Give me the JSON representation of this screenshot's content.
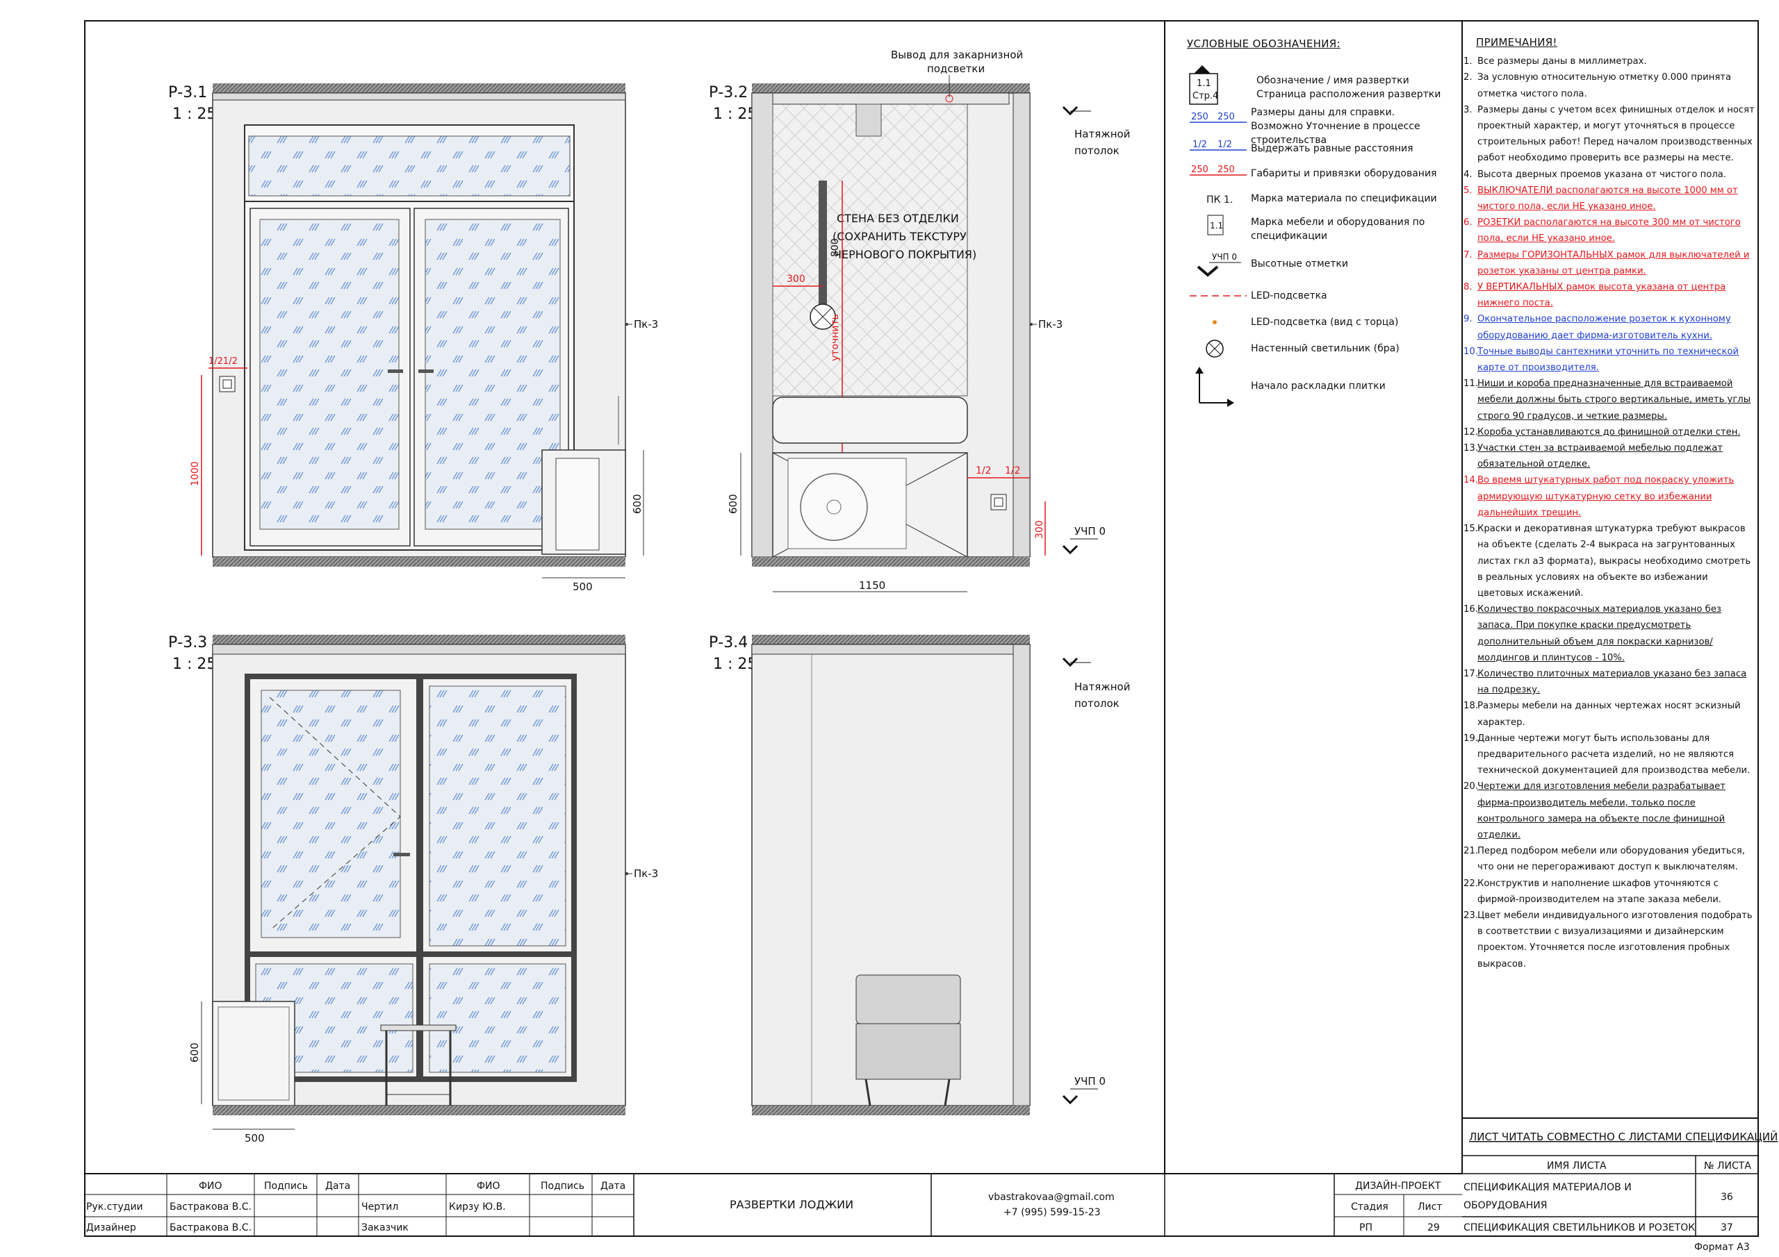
{
  "views": [
    {
      "id": "Р-3.1",
      "scale": "1 : 25"
    },
    {
      "id": "Р-3.2",
      "scale": "1 : 25"
    },
    {
      "id": "Р-3.3",
      "scale": "1 : 25"
    },
    {
      "id": "Р-3.4",
      "scale": "1 : 25"
    }
  ],
  "labels": {
    "pk3": "Пк-3",
    "ceiling": "Натяжной потолок",
    "ceiling_l1": "Натяжной",
    "ceiling_l2": "потолок",
    "uchp0": "УЧП 0",
    "cornice_out_l1": "Вывод для закарнизной",
    "cornice_out_l2": "подсветки",
    "wall_note_l1": "СТЕНА БЕЗ ОТДЕЛКИ",
    "wall_note_l2": "(СОХРАНИТЬ ТЕКСТУРУ",
    "wall_note_l3": "ЧЕРНОВОГО ПОКРЫТИЯ)",
    "clarify": "уточнить"
  },
  "dimensions": {
    "d500": "500",
    "d600": "600",
    "d1000": "1000",
    "d1150": "1150",
    "d300": "300",
    "d800": "800",
    "half": "1/2",
    "d121": "1/21/2"
  },
  "legend": {
    "title": "УСЛОВНЫЕ ОБОЗНАЧЕНИЯ:",
    "symbol_top": "1.1",
    "symbol_bottom": "Стр.4",
    "items": [
      {
        "text": "Обозначение / имя развертки Страница расположения развертки"
      },
      {
        "text": "Размеры даны для справки. Возможно Уточнение в процессе строительства"
      },
      {
        "text": "Выдержать равные расстояния"
      },
      {
        "text": "Габариты и привязки оборудования"
      },
      {
        "text": "Марка материала по спецификации",
        "mark": "ПК 1."
      },
      {
        "text": "Марка мебели и оборудования по спецификации",
        "mark": "1.1"
      },
      {
        "text": "Высотные отметки",
        "mark": "УЧП 0"
      },
      {
        "text": "LED-подсветка"
      },
      {
        "text": "LED-подсветка (вид с торца)"
      },
      {
        "text": "Настенный светильник (бра)"
      },
      {
        "text": "Начало раскладки плитки"
      }
    ],
    "dim_blue": "250",
    "dim_half": "1/2",
    "dim_red": "250"
  },
  "notes": {
    "title": "ПРИМЕЧАНИЯ!",
    "items": [
      {
        "n": "1.",
        "text": "Все размеры даны в миллиметрах.",
        "style": "plain"
      },
      {
        "n": "2.",
        "text": "За условную относительную отметку 0.000 принята отметка чистого пола.",
        "style": "plain"
      },
      {
        "n": "3.",
        "text": "Размеры даны с учетом всех финишных отделок и носят проектный характер, и могут уточняться в процессе строительных работ! Перед началом производственных работ необходимо проверить все размеры на месте.",
        "style": "plain"
      },
      {
        "n": "4.",
        "text": "Высота дверных проемов указана от чистого пола.",
        "style": "plain"
      },
      {
        "n": "5.",
        "text": "ВЫКЛЮЧАТЕЛИ располагаются на высоте 1000 мм от чистого пола, если НЕ указано иное.",
        "style": "red"
      },
      {
        "n": "6.",
        "text": "РОЗЕТКИ располагаются на высоте 300 мм от чистого пола, если НЕ указано иное.",
        "style": "red"
      },
      {
        "n": "7.",
        "text": "Размеры ГОРИЗОНТАЛЬНЫХ рамок для выключателей и розеток указаны от центра рамки.",
        "style": "red"
      },
      {
        "n": "8.",
        "text": "У ВЕРТИКАЛЬНЫХ рамок высота указана от центра нижнего поста.",
        "style": "red"
      },
      {
        "n": "9.",
        "text": "Окончательное расположение розеток к кухонному оборудованию дает фирма-изготовитель кухни.",
        "style": "blue"
      },
      {
        "n": "10.",
        "text": "Точные выводы сантехники уточнить по технической карте от производителя.",
        "style": "blue"
      },
      {
        "n": "11.",
        "text": "Ниши и короба предназначенные для встраиваемой мебели должны быть строго вертикальные, иметь углы строго 90 градусов, и четкие размеры.",
        "style": "ul"
      },
      {
        "n": "12.",
        "text": "Короба устанавливаются до финишной отделки стен.",
        "style": "ul"
      },
      {
        "n": "13.",
        "text": "Участки стен за встраиваемой мебелью подлежат обязательной отделке.",
        "style": "ul"
      },
      {
        "n": "14.",
        "text": "Во время штукатурных работ под покраску уложить армирующую штукатурную сетку во избежании дальнейших трещин.",
        "style": "red"
      },
      {
        "n": "15.",
        "text": "Краски и декоративная штукатурка требуют выкрасов на объекте (сделать 2-4 выкраса на загрунтованных листах гкл а3 формата), выкрасы необходимо смотреть в реальных условиях на объекте во избежании цветовых искажений.",
        "style": "plain"
      },
      {
        "n": "16.",
        "text": "Количество покрасочных материалов указано без запаса. При покупке краски предусмотреть дополнительный объем для покраски карнизов/молдингов и плинтусов - 10%.",
        "style": "ul"
      },
      {
        "n": "17.",
        "text": "Количество плиточных материалов указано без запаса на подрезку.",
        "style": "ul"
      },
      {
        "n": "18.",
        "text": "Размеры мебели на данных чертежах носят эскизный характер.",
        "style": "plain"
      },
      {
        "n": "19.",
        "text": "Данные чертежи могут быть использованы для предварительного расчета изделий, но не являются технической документацией для производства мебели.",
        "style": "plain"
      },
      {
        "n": "20.",
        "text": "Чертежи для изготовления мебели разрабатывает фирма-производитель мебели, только после контрольного замера на объекте после финишной отделки.",
        "style": "ul"
      },
      {
        "n": "21.",
        "text": "Перед подбором мебели или оборудования убедиться, что они не перегораживают доступ к выключателям.",
        "style": "plain"
      },
      {
        "n": "22.",
        "text": "Конструктив и наполнение шкафов уточняются с фирмой-производителем на этапе заказа мебели.",
        "style": "plain"
      },
      {
        "n": "23.",
        "text": "Цвет мебели индивидуального изготовления подобрать в соответствии с визуализациями и дизайнерским проектом. Уточняется после изготовления пробных выкрасов.",
        "style": "plain"
      }
    ]
  },
  "sheet_refs": {
    "read_with": "ЛИСТ ЧИТАТЬ СОВМЕСТНО С ЛИСТАМИ СПЕЦИФИКАЦИЙ",
    "col_name": "ИМЯ ЛИСТА",
    "col_num": "№ ЛИСТА",
    "rows": [
      {
        "name": "СПЕЦИФИКАЦИЯ МАТЕРИАЛОВ И ОБОРУДОВАНИЯ",
        "num": "36"
      },
      {
        "name": "СПЕЦИФИКАЦИЯ СВЕТИЛЬНИКОВ И РОЗЕТОК",
        "num": "37"
      }
    ]
  },
  "title_block": {
    "fio": "ФИО",
    "sign": "Подпись",
    "date": "Дата",
    "role1": "Рук.студии",
    "name1": "Бастракова В.С.",
    "role2": "Дизайнер",
    "name2": "Бастракова В.С.",
    "role3": "Чертил",
    "name3": "Кирзу Ю.В.",
    "role4": "Заказчик",
    "sheet_title": "РАЗВЕРТКИ ЛОДЖИИ",
    "email": "vbastrakovaa@gmail.com",
    "phone": "+7 (995) 599-15-23",
    "stage_head": "ДИЗАЙН-ПРОЕКТ",
    "stage_label": "Стадия",
    "sheet_label": "Лист",
    "stage": "РП",
    "sheet_no": "29",
    "format": "Формат А3"
  }
}
